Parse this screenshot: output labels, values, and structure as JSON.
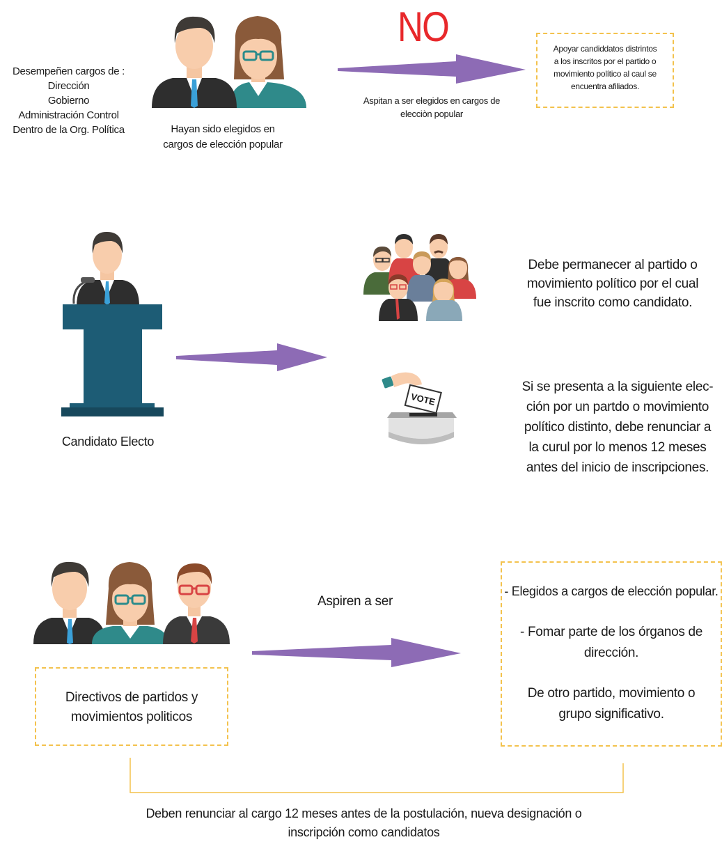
{
  "section1": {
    "left_text": "Desempeñen cargos de :\nDirección\nGobierno\nAdministración Control\nDentro de la Org.  Política",
    "people_caption": "Hayan sido elegidos en\ncargos de elección popular",
    "no_label": "NO",
    "arrow_caption": "Aspitan a ser elegidos en cargos de\nelecciòn popular",
    "box_text": "Apoyar candiddatos distrintos\na los inscritos por el partido  o\nmovimiento político al caul se\nencuentra afiliados."
  },
  "section2": {
    "podium_caption": "Candidato Electo",
    "text_group": "Debe permanecer al partido o\nmovimiento político por el cual\nfue inscrito como candidato.",
    "text_vote": "Si se presenta a la siguiente elec-\nción por un partdo o movimiento\npolítico distinto, debe renunciar a\nla curul por lo menos 12 meses\nantes del inicio de inscripciones.",
    "vote_label": "VOTE"
  },
  "section3": {
    "box_left": "Directivos de partidos y\nmovimientos politicos",
    "arrow_caption": "Aspiren a ser",
    "box_right_1": "- Elegidos a cargos de elección popular.",
    "box_right_2": "- Fomar parte de los órganos de\ndirección.",
    "box_right_3": "De otro partido, movimiento o\ngrupo significativo.",
    "bottom_text": "Deben renunciar al cargo 12 meses antes de la postulación, nueva designación o\ninscripción como candidatos"
  },
  "colors": {
    "arrow": "#8d6bb5",
    "no_red": "#e8282b",
    "dashed_border": "#f3c24d",
    "podium": "#1d5c75",
    "teal_shirt": "#2f8a8a"
  }
}
